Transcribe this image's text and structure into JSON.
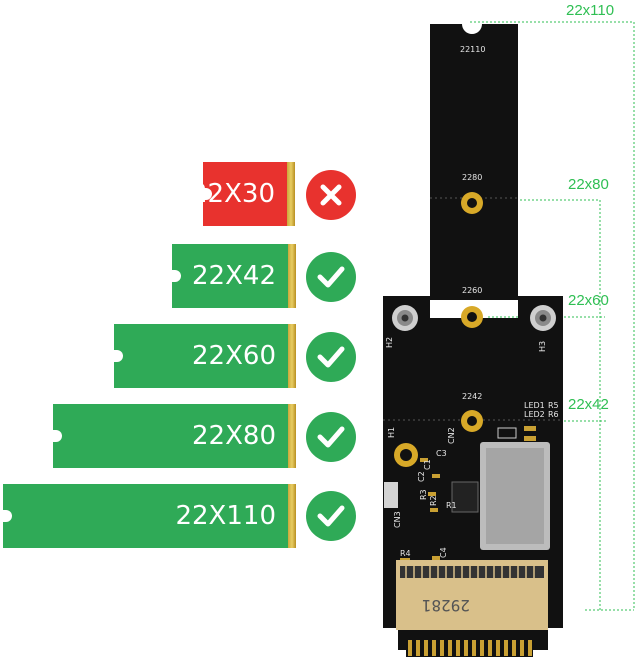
{
  "colors": {
    "green": "#2faa57",
    "red": "#e8322e",
    "board": "#111111",
    "dim_line": "#2fbf53"
  },
  "cards": [
    {
      "label": "22X30",
      "supported": false,
      "icon": "x-icon"
    },
    {
      "label": "22X42",
      "supported": true,
      "icon": "check-icon"
    },
    {
      "label": "22X60",
      "supported": true,
      "icon": "check-icon"
    },
    {
      "label": "22X80",
      "supported": true,
      "icon": "check-icon"
    },
    {
      "label": "22X110",
      "supported": true,
      "icon": "check-icon"
    }
  ],
  "board": {
    "mount_labels": [
      "22110",
      "2280",
      "2260",
      "2242"
    ],
    "silkscreen": [
      "H2",
      "H3",
      "H1",
      "CN2",
      "LED1",
      "LED2",
      "R5",
      "R6",
      "C1",
      "C2",
      "C3",
      "R1",
      "R2",
      "R3",
      "R4",
      "CN3",
      "C4"
    ],
    "connector_text": "29281"
  },
  "dimensions": [
    "22x110",
    "22x80",
    "22x60",
    "22x42"
  ]
}
